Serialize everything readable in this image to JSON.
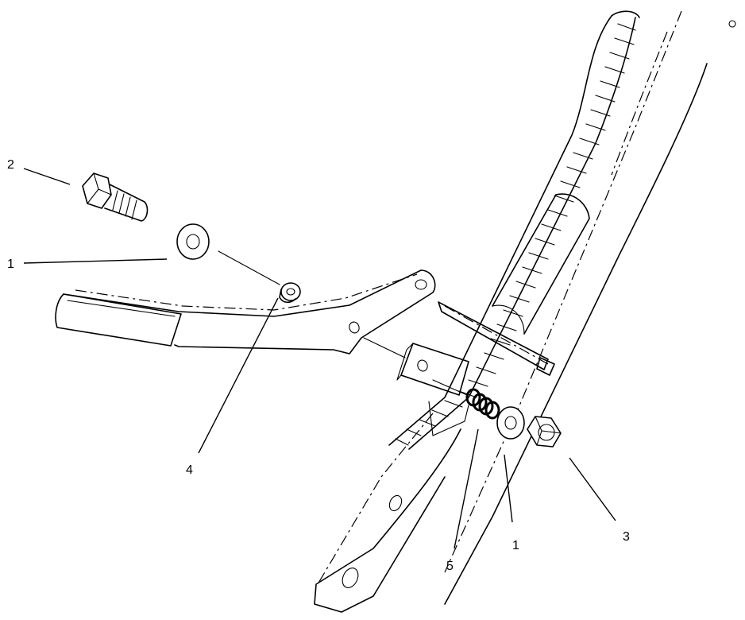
{
  "callouts": [
    {
      "id": "c1",
      "label": "2",
      "part": "bolt"
    },
    {
      "id": "c2",
      "label": "1",
      "part": "washer-left"
    },
    {
      "id": "c3",
      "label": "4",
      "part": "bushing"
    },
    {
      "id": "c4",
      "label": "5",
      "part": "spring"
    },
    {
      "id": "c5",
      "label": "1",
      "part": "washer-right"
    },
    {
      "id": "c6",
      "label": "3",
      "part": "lock-nut"
    }
  ],
  "colors": {
    "ink": "#000000",
    "paper": "#ffffff"
  }
}
